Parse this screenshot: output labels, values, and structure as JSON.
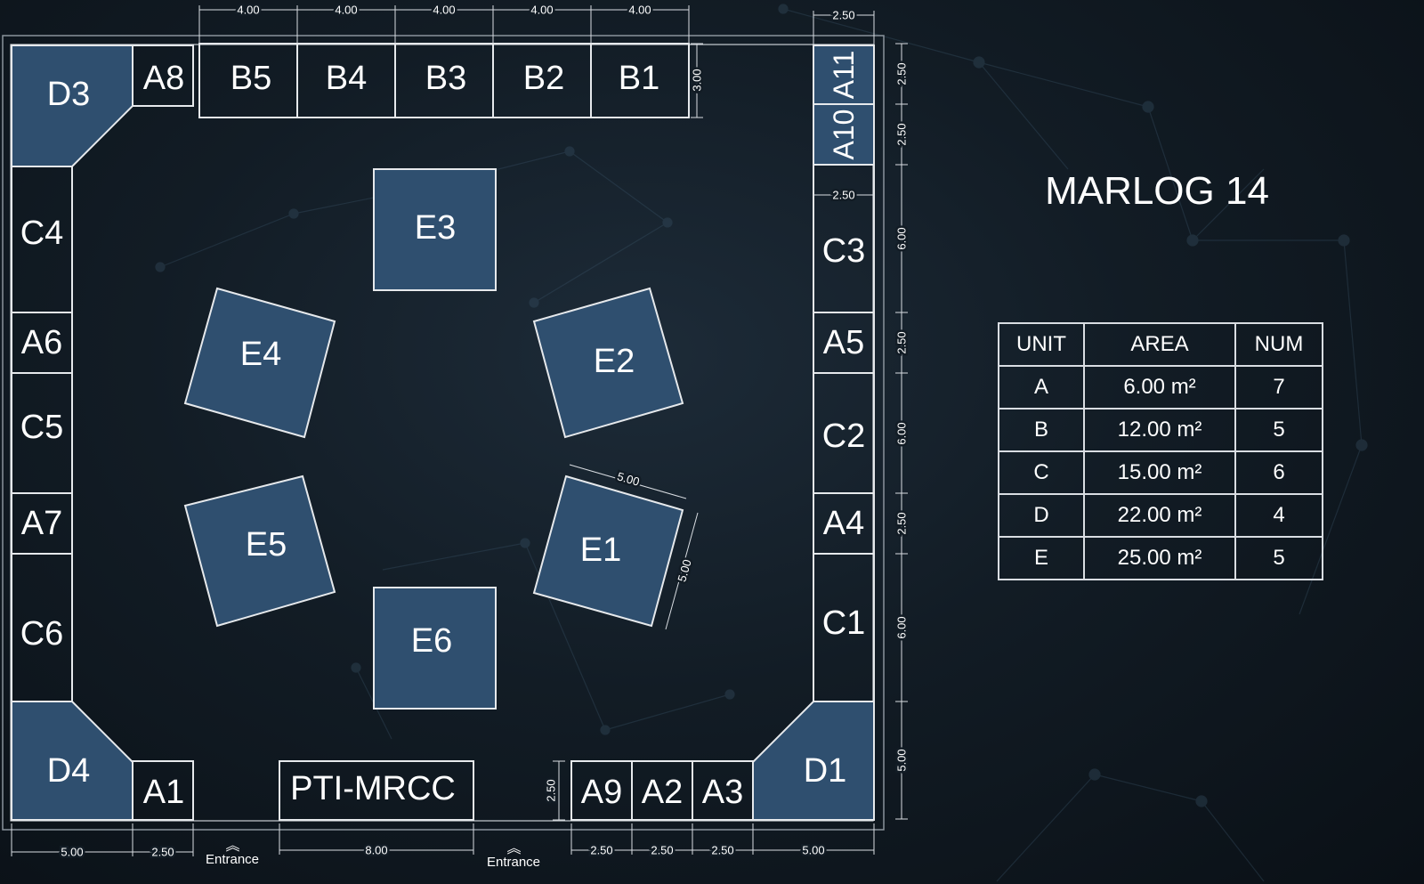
{
  "title": "MARLOG 14",
  "table": {
    "headers": [
      "UNIT",
      "AREA",
      "NUM"
    ],
    "rows": [
      {
        "unit": "A",
        "area": "6.00 m²",
        "num": "7"
      },
      {
        "unit": "B",
        "area": "12.00 m²",
        "num": "5"
      },
      {
        "unit": "C",
        "area": "15.00 m²",
        "num": "6"
      },
      {
        "unit": "D",
        "area": "22.00 m²",
        "num": "4"
      },
      {
        "unit": "E",
        "area": "25.00 m²",
        "num": "5"
      }
    ]
  },
  "booths": {
    "D3": "D3",
    "D4": "D4",
    "D1": "D1",
    "A1": "A1",
    "A2": "A2",
    "A3": "A3",
    "A4": "A4",
    "A5": "A5",
    "A6": "A6",
    "A7": "A7",
    "A8": "A8",
    "A9": "A9",
    "A10": "A10",
    "A11": "A11",
    "B1": "B1",
    "B2": "B2",
    "B3": "B3",
    "B4": "B4",
    "B5": "B5",
    "C1": "C1",
    "C2": "C2",
    "C3": "C3",
    "C4": "C4",
    "C5": "C5",
    "C6": "C6",
    "E1": "E1",
    "E2": "E2",
    "E3": "E3",
    "E4": "E4",
    "E5": "E5",
    "E6": "E6",
    "PTI": "PTI-MRCC"
  },
  "dimensions": {
    "d400": "4.00",
    "d250": "2.50",
    "d300": "3.00",
    "d600": "6.00",
    "d500": "5.00",
    "d800": "8.00"
  },
  "entrance_label": "Entrance",
  "colors": {
    "filled_booth": "#2f4f6f",
    "outline": "#e6e9ec",
    "background": "#121c25"
  }
}
